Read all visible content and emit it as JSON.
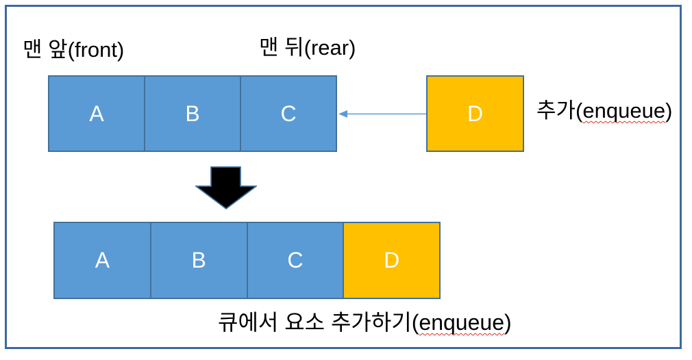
{
  "labels": {
    "front": "맨 앞(front)",
    "rear": "맨 뒤(rear)"
  },
  "top_queue": {
    "cells": [
      "A",
      "B",
      "C"
    ]
  },
  "incoming_box": {
    "label": "D"
  },
  "add_label": {
    "pre": "추가(",
    "word": "enqueue",
    "post": ")"
  },
  "bottom_queue": {
    "cells": [
      "A",
      "B",
      "C",
      "D"
    ]
  },
  "caption": {
    "pre": "큐에서 요소 추가하기(",
    "word": "enqueue",
    "post": ")"
  },
  "colors": {
    "cell_blue": "#5B9BD5",
    "cell_border": "#41719C",
    "cell_yellow": "#FFC000",
    "frame_border": "#3A6B9E",
    "connector_blue": "#5B9BD5",
    "block_arrow_fill": "#000000",
    "cell_letter_white": "#FFFFFF",
    "spellcheck_red": "#E0301E",
    "label_black": "#000000"
  }
}
